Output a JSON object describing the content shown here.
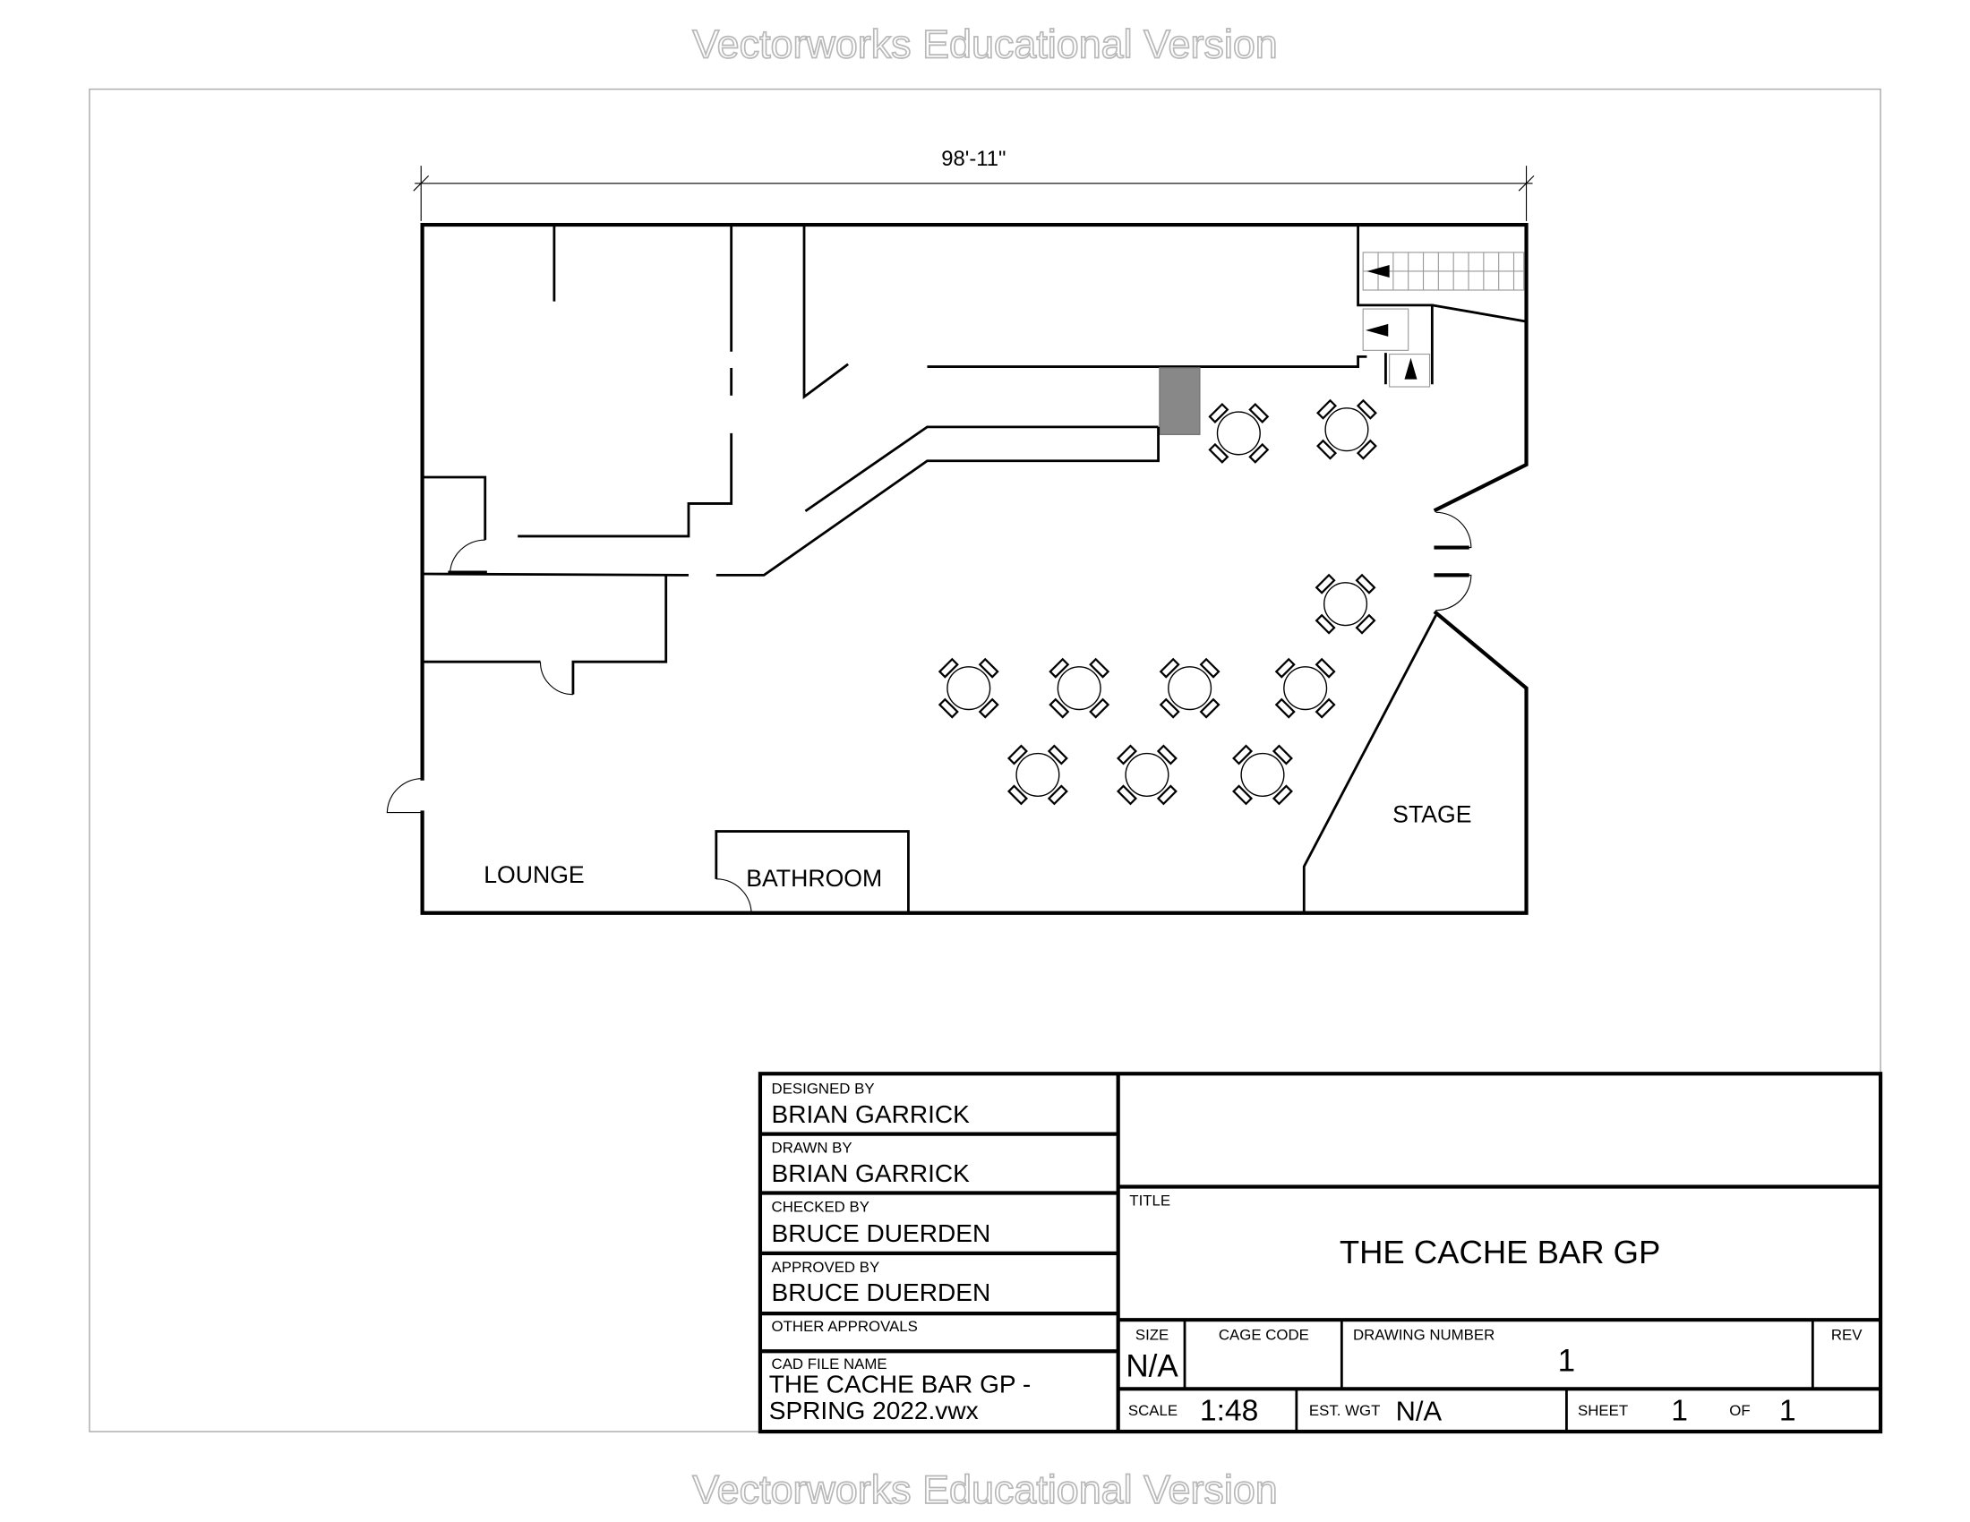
{
  "watermark": "Vectorworks Educational Version",
  "plan": {
    "overall_dimension": "98'-11\"",
    "rooms": {
      "lounge": "LOUNGE",
      "bathroom": "BATHROOM",
      "stage": "STAGE"
    }
  },
  "title_block": {
    "designed_by_label": "DESIGNED BY",
    "designed_by": "BRIAN GARRICK",
    "drawn_by_label": "DRAWN BY",
    "drawn_by": "BRIAN GARRICK",
    "checked_by_label": "CHECKED BY",
    "checked_by": "BRUCE DUERDEN",
    "approved_by_label": "APPROVED BY",
    "approved_by": "BRUCE DUERDEN",
    "other_approvals_label": "OTHER APPROVALS",
    "cad_file_label": "CAD FILE NAME",
    "cad_file": "THE CACHE BAR GP - SPRING 2022.vwx",
    "title_label": "TITLE",
    "title": "THE CACHE BAR GP",
    "size_label": "SIZE",
    "size": "N/A",
    "cage_code_label": "CAGE CODE",
    "drawing_number_label": "DRAWING NUMBER",
    "drawing_number": "1",
    "rev_label": "REV",
    "scale_label": "SCALE",
    "scale": "1:48",
    "est_wgt_label": "EST. WGT",
    "est_wgt": "N/A",
    "sheet_label": "SHEET",
    "sheet": "1",
    "of_label": "OF",
    "of": "1"
  }
}
